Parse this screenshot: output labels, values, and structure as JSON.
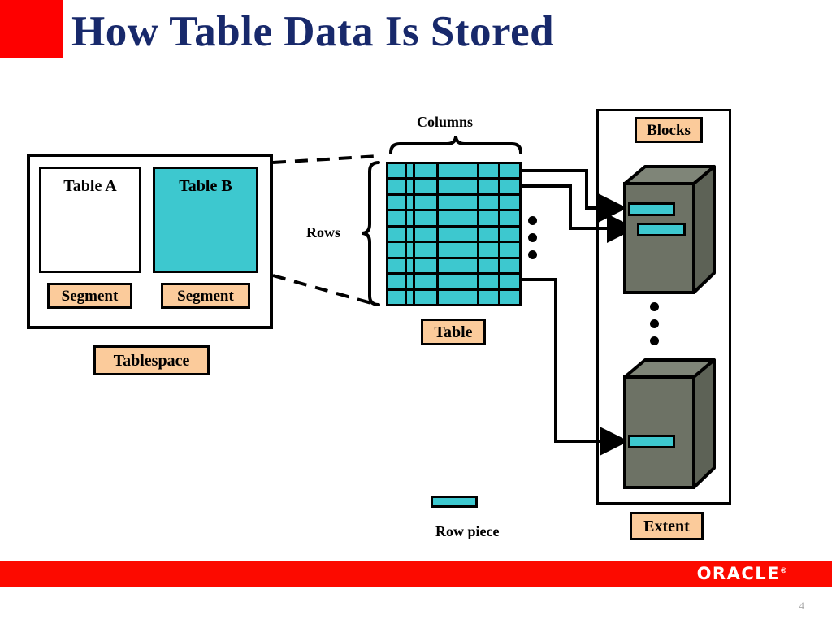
{
  "slide": {
    "title": "How Table Data Is Stored",
    "number": "4",
    "brand": "ORACLE",
    "brand_mark": "®",
    "accent_red": "#fc0a00",
    "title_navy": "#18296b",
    "chip_peach": "#fbcb9b",
    "teal": "#3dc8cf",
    "block_gray": "#6d7265"
  },
  "tablespace": {
    "table_a_label": "Table A",
    "table_b_label": "Table B",
    "segment_a_label": "Segment",
    "segment_b_label": "Segment",
    "tablespace_label": "Tablespace"
  },
  "table_detail": {
    "columns_label": "Columns",
    "rows_label": "Rows",
    "table_label": "Table",
    "grid_rows": 9,
    "grid_columns": 6
  },
  "storage": {
    "blocks_label": "Blocks",
    "extent_label": "Extent"
  },
  "legend": {
    "row_piece_label": "Row piece"
  }
}
